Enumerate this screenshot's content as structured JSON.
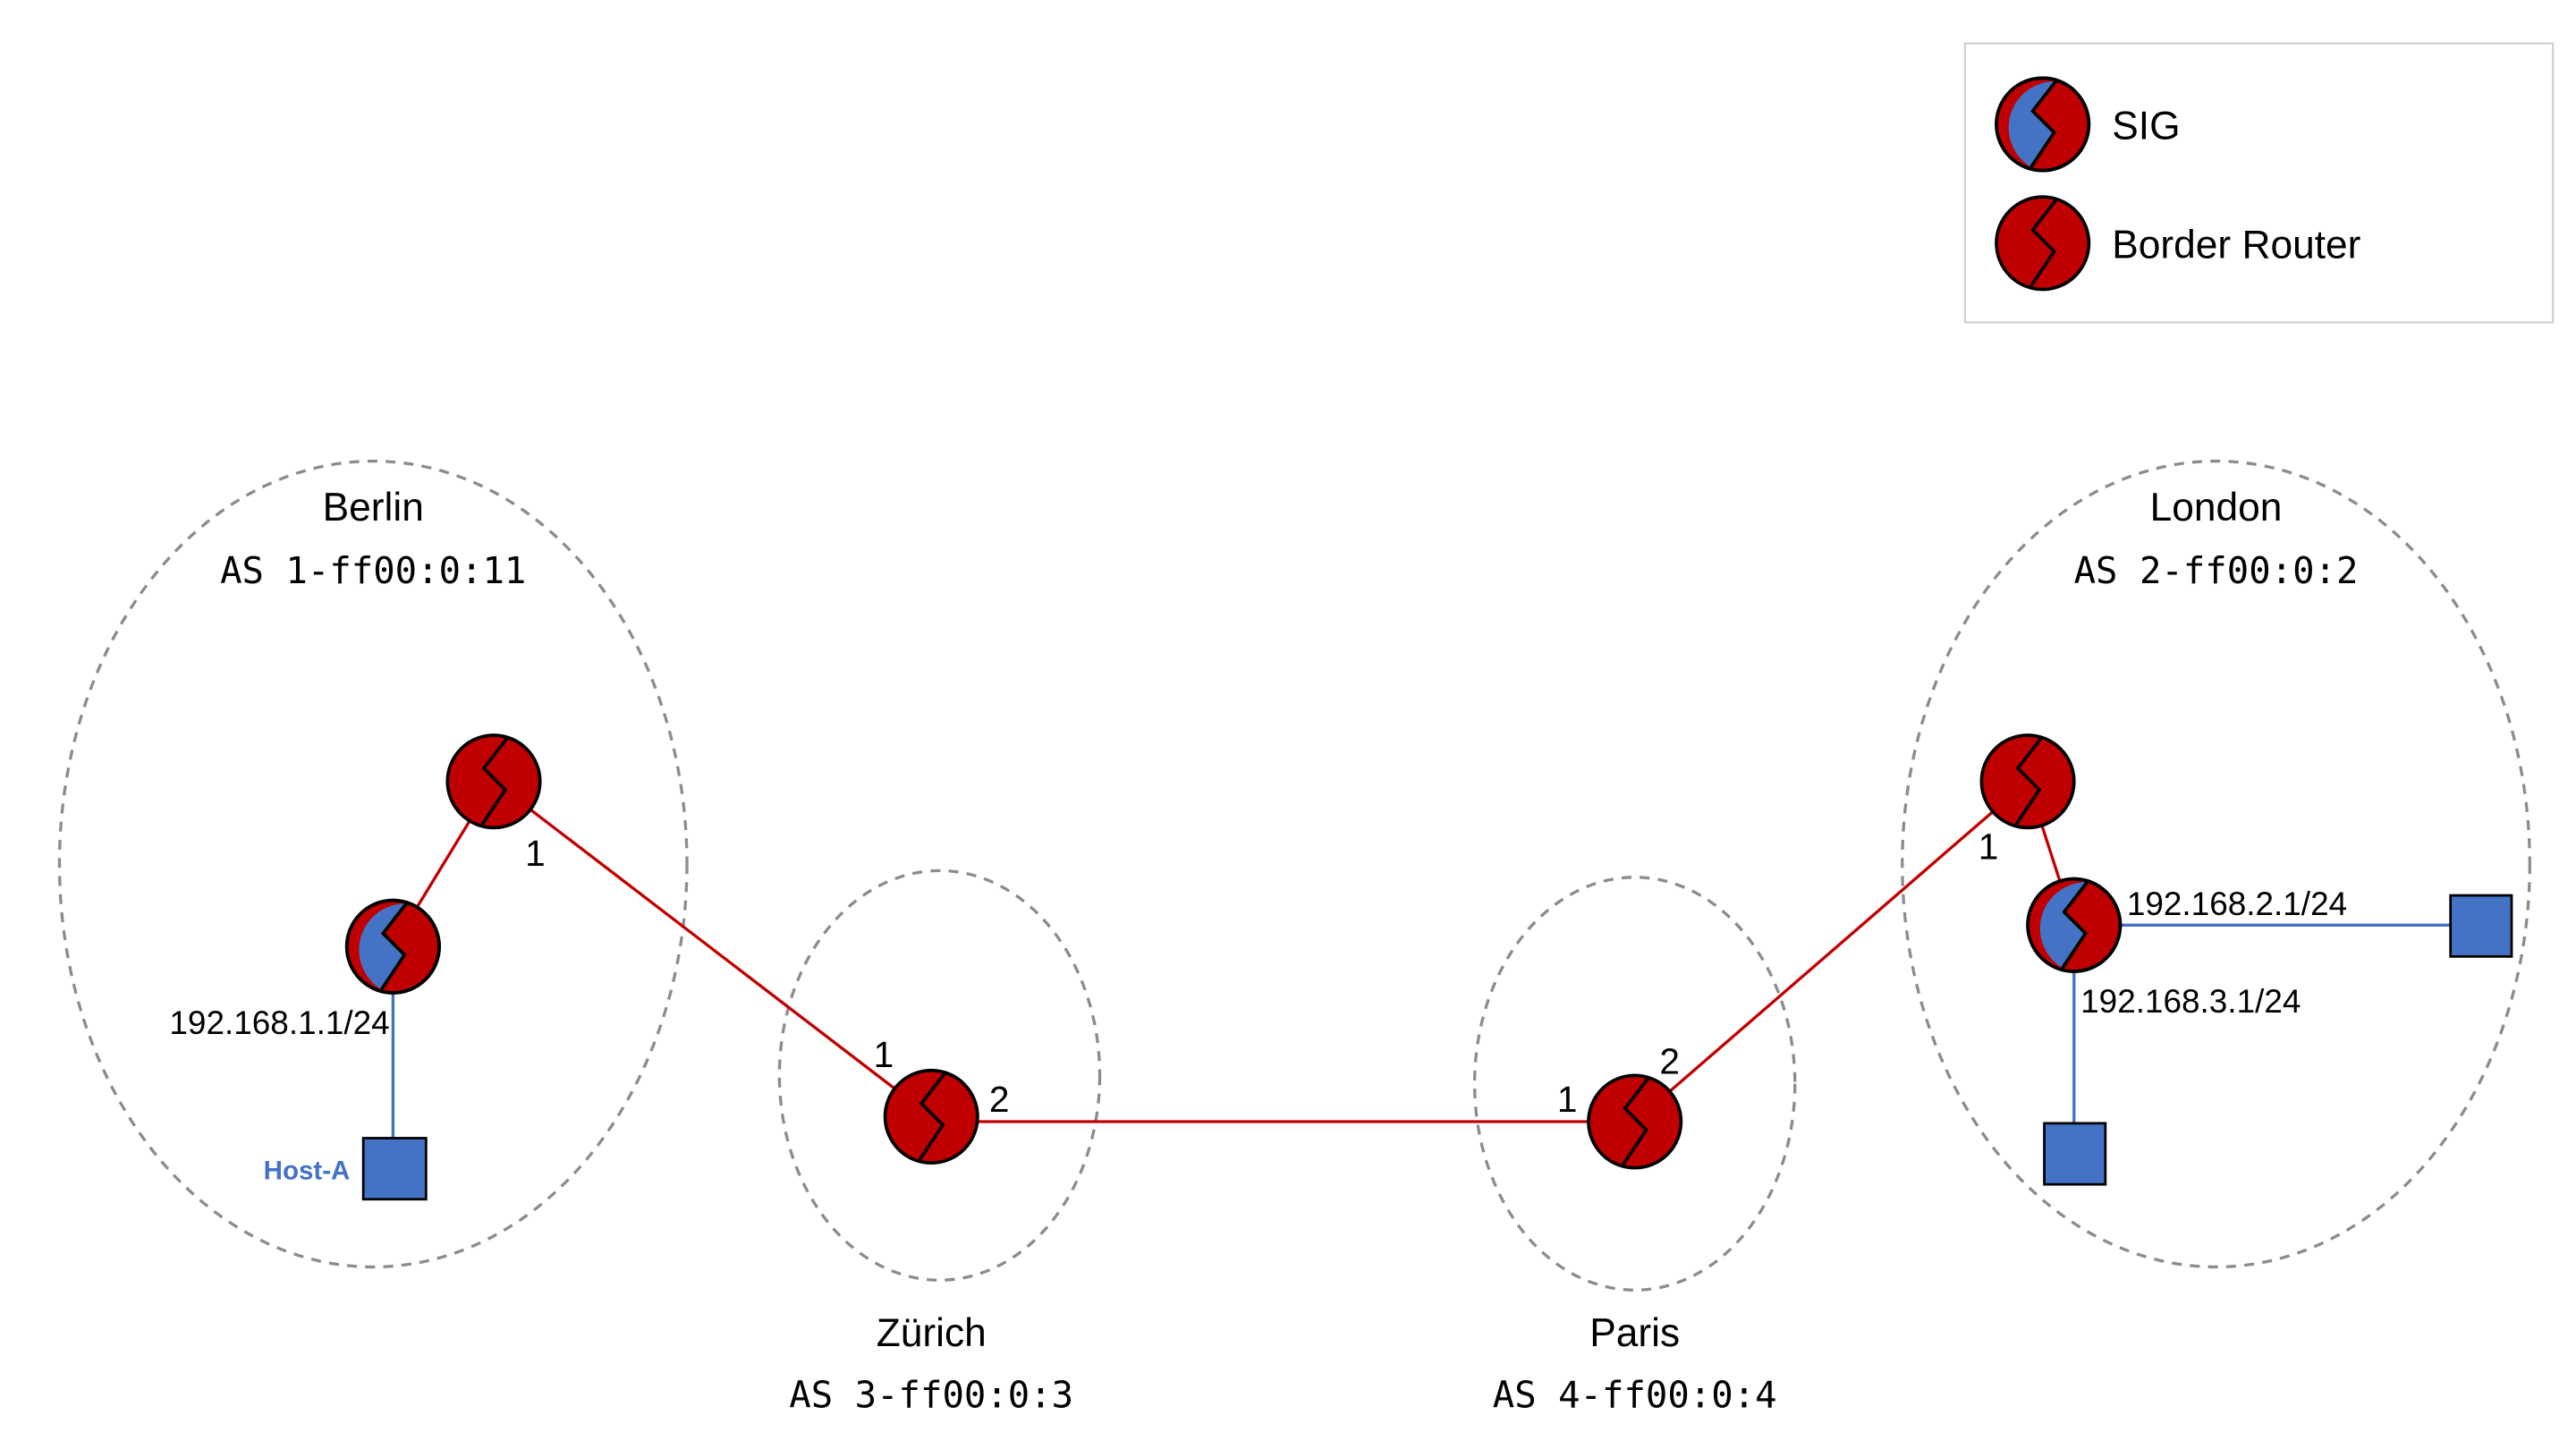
{
  "legend": {
    "sig_label": "SIG",
    "br_label": "Border Router"
  },
  "regions": {
    "berlin": {
      "name": "Berlin",
      "as": "AS 1-ff00:0:11"
    },
    "zurich": {
      "name": "Zürich",
      "as": "AS 3-ff00:0:3"
    },
    "paris": {
      "name": "Paris",
      "as": "AS 4-ff00:0:4"
    },
    "london": {
      "name": "London",
      "as": "AS 2-ff00:0:2"
    }
  },
  "interfaces": {
    "berlin_br": "1",
    "zurich_left": "1",
    "zurich_right": "2",
    "paris_left": "1",
    "paris_right": "2",
    "london_br": "1"
  },
  "addresses": {
    "berlin_sig": "192.168.1.1/24",
    "london_sig_a": "192.168.2.1/24",
    "london_sig_b": "192.168.3.1/24"
  },
  "hosts": {
    "host_a": "Host-A"
  },
  "colors": {
    "router_red": "#c00000",
    "sig_blue": "#4472c4",
    "link_red": "#c00000",
    "link_blue": "#4472c4",
    "region_border": "#8c8c8c"
  }
}
